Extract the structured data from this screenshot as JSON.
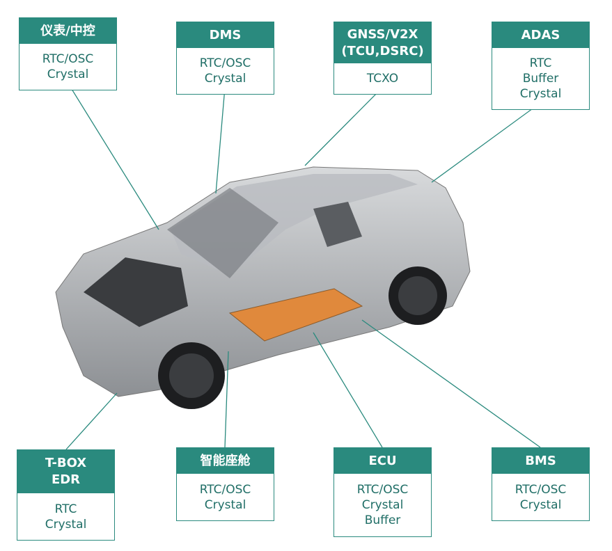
{
  "modules": [
    {
      "title": [
        "仪表/中控"
      ],
      "items": [
        "RTC/OSC",
        "Crystal"
      ]
    },
    {
      "title": [
        "DMS"
      ],
      "items": [
        "RTC/OSC",
        "Crystal"
      ]
    },
    {
      "title": [
        "GNSS/V2X",
        "(TCU,DSRC)"
      ],
      "items": [
        "TCXO"
      ]
    },
    {
      "title": [
        "ADAS"
      ],
      "items": [
        "RTC",
        "Buffer",
        "Crystal"
      ]
    },
    {
      "title": [
        "T-BOX",
        "EDR"
      ],
      "items": [
        "RTC",
        "Crystal"
      ]
    },
    {
      "title": [
        "智能座舱"
      ],
      "items": [
        "RTC/OSC",
        "Crystal"
      ]
    },
    {
      "title": [
        "ECU"
      ],
      "items": [
        "RTC/OSC",
        "Crystal",
        "Buffer"
      ]
    },
    {
      "title": [
        "BMS"
      ],
      "items": [
        "RTC/OSC",
        "Crystal"
      ]
    }
  ],
  "colors": {
    "accent": "#2a8a7e",
    "text": "#1f6e66"
  }
}
